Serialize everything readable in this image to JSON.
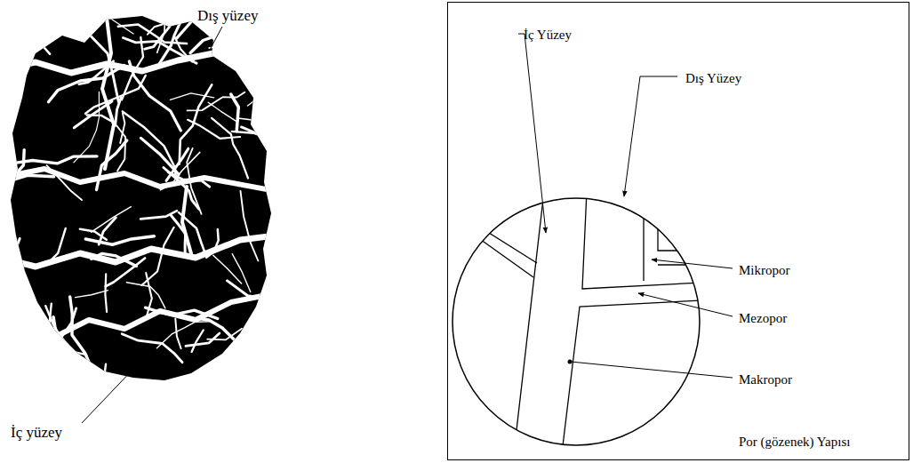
{
  "diagram": {
    "nodes": [
      {
        "text": [
          "İç Yüzey",
          "Dış Yüzey",
          "Mikropor",
          "Mezopor",
          "Makropor",
          "Por (gözenek) Yapısı"
        ]
      }
    ],
    "labels": [
      "Dış yüzey",
      "İç yüzey"
    ]
  }
}
